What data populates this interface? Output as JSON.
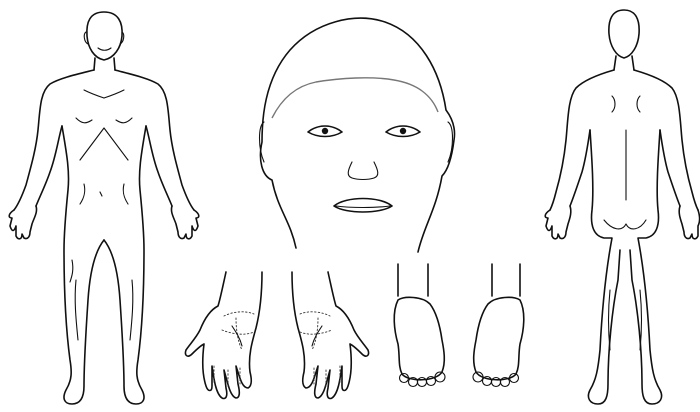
{
  "diagram": {
    "background_color": "#ffffff",
    "line_color": "#111111",
    "hairline_color": "#777777",
    "figures": [
      {
        "id": "body-front"
      },
      {
        "id": "face"
      },
      {
        "id": "body-back"
      },
      {
        "id": "left-palm"
      },
      {
        "id": "right-palm"
      },
      {
        "id": "left-sole"
      },
      {
        "id": "right-sole"
      }
    ]
  }
}
